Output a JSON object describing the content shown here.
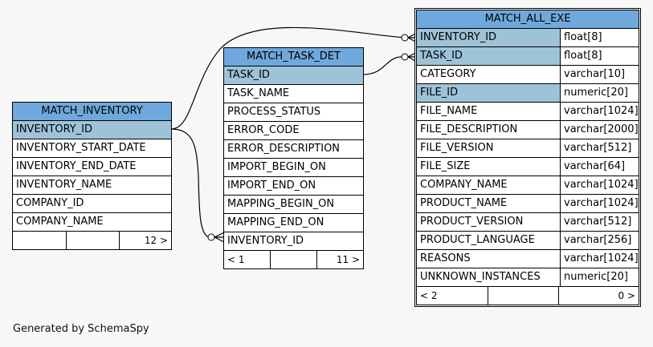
{
  "tables": {
    "match_inventory": {
      "title": "MATCH_INVENTORY",
      "columns": [
        "INVENTORY_ID",
        "INVENTORY_START_DATE",
        "INVENTORY_END_DATE",
        "INVENTORY_NAME",
        "COMPANY_ID",
        "COMPANY_NAME"
      ],
      "footer": [
        "",
        "",
        "12 >"
      ]
    },
    "match_task_det": {
      "title": "MATCH_TASK_DET",
      "columns": [
        "TASK_ID",
        "TASK_NAME",
        "PROCESS_STATUS",
        "ERROR_CODE",
        "ERROR_DESCRIPTION",
        "IMPORT_BEGIN_ON",
        "IMPORT_END_ON",
        "MAPPING_BEGIN_ON",
        "MAPPING_END_ON",
        "INVENTORY_ID"
      ],
      "footer": [
        "< 1",
        "",
        "11 >"
      ]
    },
    "match_all_exe": {
      "title": "MATCH_ALL_EXE",
      "columns": [
        {
          "name": "INVENTORY_ID",
          "type": "float[8]"
        },
        {
          "name": "TASK_ID",
          "type": "float[8]"
        },
        {
          "name": "CATEGORY",
          "type": "varchar[10]"
        },
        {
          "name": "FILE_ID",
          "type": "numeric[20]"
        },
        {
          "name": "FILE_NAME",
          "type": "varchar[1024]"
        },
        {
          "name": "FILE_DESCRIPTION",
          "type": "varchar[2000]"
        },
        {
          "name": "FILE_VERSION",
          "type": "varchar[512]"
        },
        {
          "name": "FILE_SIZE",
          "type": "varchar[64]"
        },
        {
          "name": "COMPANY_NAME",
          "type": "varchar[1024]"
        },
        {
          "name": "PRODUCT_NAME",
          "type": "varchar[1024]"
        },
        {
          "name": "PRODUCT_VERSION",
          "type": "varchar[512]"
        },
        {
          "name": "PRODUCT_LANGUAGE",
          "type": "varchar[256]"
        },
        {
          "name": "REASONS",
          "type": "varchar[1024]"
        },
        {
          "name": "UNKNOWN_INSTANCES",
          "type": "numeric[20]"
        }
      ],
      "footer": [
        "< 2",
        "",
        "0 >"
      ]
    }
  },
  "credit": "Generated by SchemaSpy"
}
